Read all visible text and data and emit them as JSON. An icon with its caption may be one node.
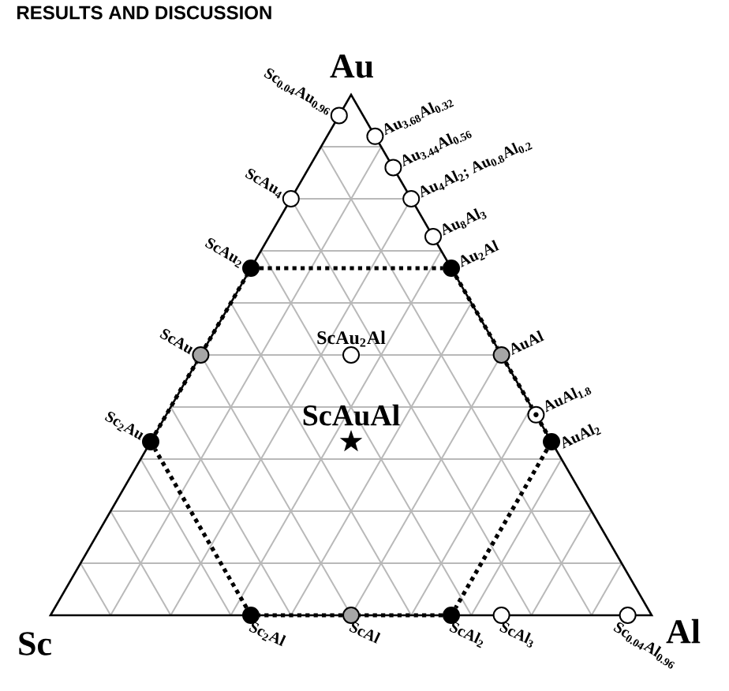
{
  "diagram": {
    "nodes": [
      {
        "text": [],
        "shape": "circle",
        "beside": [
          "Sc$_{0.04}$Au$_{0.96}$"
        ]
      },
      {
        "text": [],
        "shape": "circle",
        "beside": [
          "ScAu$_{4}$"
        ]
      },
      {
        "text": [],
        "shape": "circle",
        "beside": [
          "ScAu$_{2}$"
        ]
      },
      {
        "text": [],
        "shape": "circle",
        "beside": [
          "ScAu"
        ]
      },
      {
        "text": [],
        "shape": "circle",
        "beside": [
          "Sc$_{2}$Au"
        ]
      },
      {
        "text": [],
        "shape": "circle",
        "beside": [
          "Au$_{3.68}$Al$_{0.32}$"
        ]
      },
      {
        "text": [],
        "shape": "circle",
        "beside": [
          "Au$_{3.44}$Al$_{0.56}$"
        ]
      },
      {
        "text": [],
        "shape": "circle",
        "beside": [
          "Au$_{4}$Al$_{2}$; Au$_{0.8}$Al$_{0.2}$"
        ]
      },
      {
        "text": [],
        "shape": "circle",
        "beside": [
          "Au$_{8}$Al$_{3}$"
        ]
      },
      {
        "text": [],
        "shape": "circle",
        "beside": [
          "Au$_{2}$Al"
        ]
      },
      {
        "text": [],
        "shape": "circle",
        "beside": [
          "AuAl"
        ]
      },
      {
        "text": [],
        "shape": "circle",
        "beside": [
          "AuAl$_{1.8}$"
        ]
      },
      {
        "text": [],
        "shape": "circle",
        "beside": [
          "AuAl$_{2}$"
        ]
      },
      {
        "text": [],
        "shape": "circle",
        "beside": [
          "Sc$_{2}$Al"
        ]
      },
      {
        "text": [],
        "shape": "circle",
        "beside": [
          "ScAl"
        ]
      },
      {
        "text": [],
        "shape": "circle",
        "beside": [
          "ScAl$_{2}$"
        ]
      },
      {
        "text": [],
        "shape": "circle",
        "beside": [
          "ScAl$_{3}$"
        ]
      },
      {
        "text": [],
        "shape": "circle",
        "beside": [
          "Sc$_{0.04}$Al$_{0.96}$"
        ]
      },
      {
        "text": [],
        "shape": "circle",
        "beside": [
          "ScAu$_{2}$Al"
        ]
      },
      {
        "text": [],
        "shape": "star",
        "beside": [
          "ScAuAl"
        ]
      }
    ],
    "edges": [
      {
        "from": 2,
        "to": 9,
        "arrow": "none",
        "style": "dashed"
      },
      {
        "from": 9,
        "to": 10,
        "arrow": "none",
        "style": "dashed"
      },
      {
        "from": 10,
        "to": 11,
        "arrow": "none",
        "style": "dashed"
      },
      {
        "from": 11,
        "to": 12,
        "arrow": "none",
        "style": "dashed"
      },
      {
        "from": 12,
        "to": 15,
        "arrow": "none",
        "style": "dashed"
      },
      {
        "from": 15,
        "to": 14,
        "arrow": "none",
        "style": "dashed"
      },
      {
        "from": 14,
        "to": 13,
        "arrow": "none",
        "style": "dashed"
      },
      {
        "from": 13,
        "to": 4,
        "arrow": "none",
        "style": "dashed"
      },
      {
        "from": 4,
        "to": 3,
        "arrow": "none",
        "style": "dashed"
      },
      {
        "from": 3,
        "to": 2,
        "arrow": "none",
        "style": "dashed"
      }
    ],
    "labels": [
      "RESULTS AND DISCUSSION",
      "Au",
      "Sc",
      "Al"
    ]
  }
}
